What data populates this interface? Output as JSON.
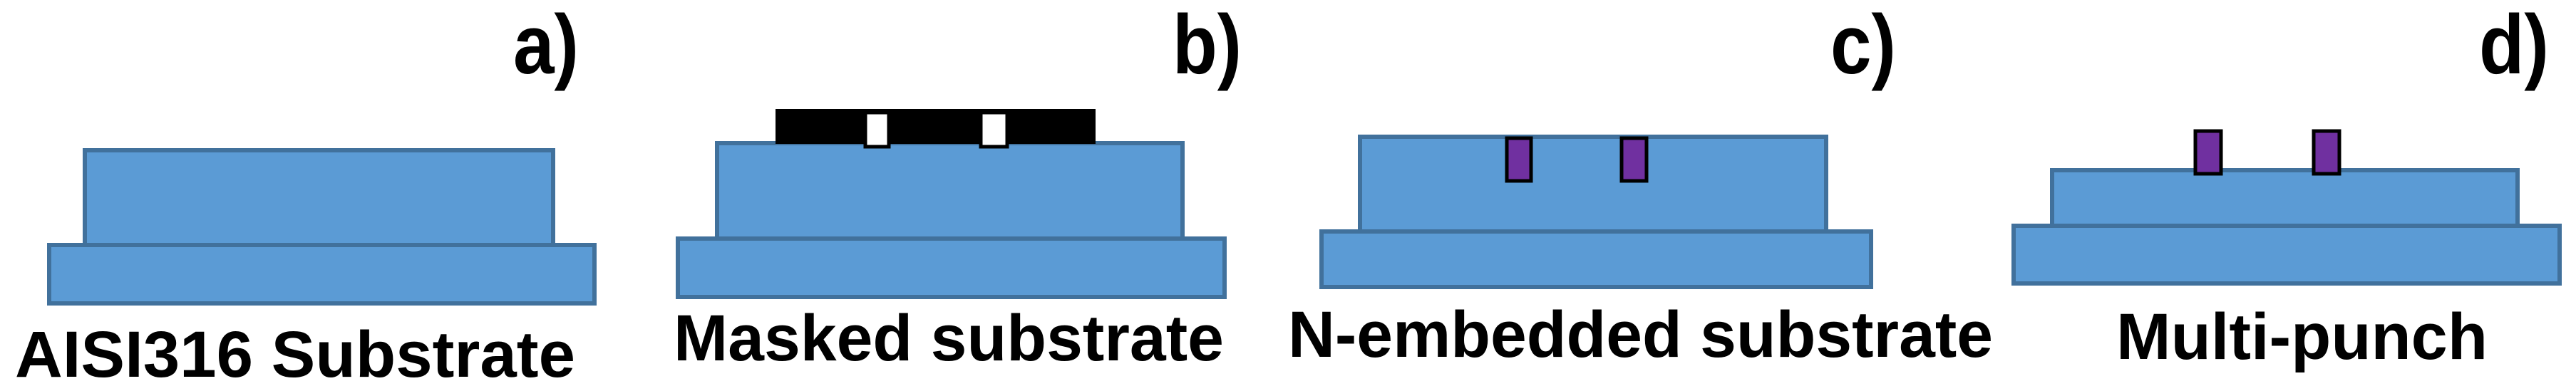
{
  "panels": [
    {
      "letter": "a)",
      "label": "AISI316 Substrate"
    },
    {
      "letter": "b)",
      "label": "Masked substrate"
    },
    {
      "letter": "c)",
      "label": "N-embedded substrate"
    },
    {
      "letter": "d)",
      "label": "Multi-punch"
    }
  ],
  "colors": {
    "substrate_fill": "#5B9BD5",
    "substrate_outline": "#41719C",
    "mask": "#000000",
    "nitrogen_pin": "#7030A0"
  }
}
